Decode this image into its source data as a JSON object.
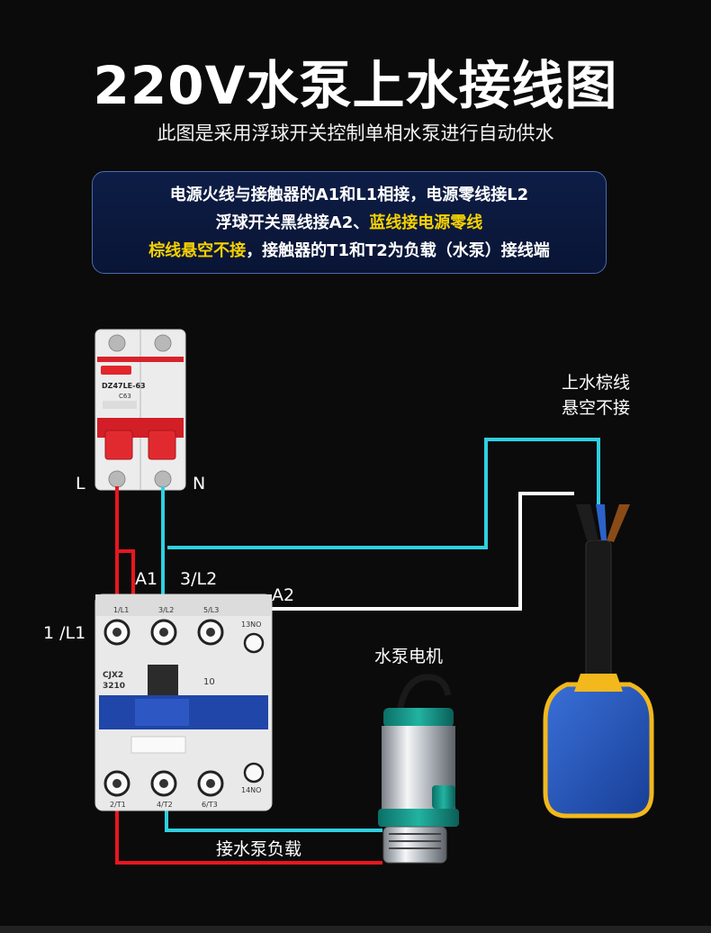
{
  "title": "220V水泵上水接线图",
  "subtitle": "此图是采用浮球开关控制单相水泵进行自动供水",
  "notes": {
    "line1": "电源火线与接触器的A1和L1相接，电源零线接L2",
    "line2_a": "浮球开关黑线接A2、",
    "line2_b": "蓝线接电源零线",
    "line3_a": "棕线悬空不接",
    "line3_b": "，接触器的T1和T2为负载（水泵）接线端"
  },
  "labels": {
    "float_note_1": "上水棕线",
    "float_note_2": "悬空不接",
    "L": "L",
    "N": "N",
    "A1": "A1",
    "L2": "3/L2",
    "A2": "A2",
    "L1": "1 /L1",
    "pump": "水泵电机",
    "load": "接水泵负载"
  },
  "breaker": {
    "model": "DZ47LE-63",
    "rating": "C63"
  },
  "contactor": {
    "model_1": "CJX2",
    "model_2": "3210",
    "code": "10",
    "t_l1": "1/L1",
    "t_l2": "3/L2",
    "t_l3": "5/L3",
    "t_13no": "13NO",
    "t_t1": "2/T1",
    "t_t2": "4/T2",
    "t_t3": "6/T3",
    "t_14no": "14NO"
  },
  "colors": {
    "live": "#e8161e",
    "neutral": "#2fd0e0",
    "control": "#ffffff",
    "highlight": "#f6d200",
    "float_body": "#1f4fb8",
    "float_rim": "#f2b81c"
  }
}
